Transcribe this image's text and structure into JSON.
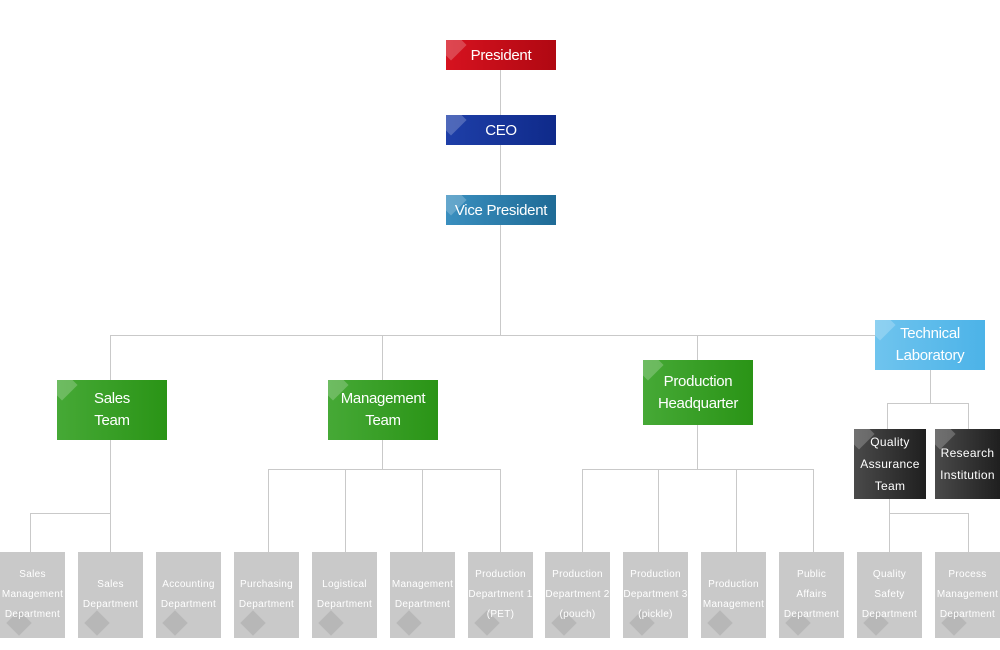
{
  "chart_data": {
    "type": "org-chart",
    "nodes": {
      "president": "President",
      "ceo": "CEO",
      "vice_president": "Vice President",
      "sales_team": "Sales\nTeam",
      "management_team": "Management\nTeam",
      "production_hq": "Production\nHeadquarter",
      "technical_lab": "Technical\nLaboratory",
      "qa_team": "Quality\nAssurance\nTeam",
      "research_institution": "Research\nInstitution",
      "sales_mgmt_dept": "Sales\nManagement\nDepartment",
      "sales_dept": "Sales\nDepartment",
      "accounting_dept": "Accounting\nDepartment",
      "purchasing_dept": "Purchasing\nDepartment",
      "logistical_dept": "Logistical\nDepartment",
      "management_dept": "Management\nDepartment",
      "prod_dept_1": "Production\nDepartment 1\n(PET)",
      "prod_dept_2": "Production\nDepartment 2\n(pouch)",
      "prod_dept_3": "Production\nDepartment 3\n(pickle)",
      "prod_mgmt": "Production\nManagement",
      "public_affairs": "Public\nAffairs\nDepartment",
      "quality_safety": "Quality\nSafety\nDepartment",
      "process_mgmt": "Process\nManagement\nDepartment"
    },
    "edges": [
      [
        "president",
        "ceo"
      ],
      [
        "ceo",
        "vice_president"
      ],
      [
        "vice_president",
        "sales_team"
      ],
      [
        "vice_president",
        "management_team"
      ],
      [
        "vice_president",
        "production_hq"
      ],
      [
        "vice_president",
        "technical_lab"
      ],
      [
        "sales_team",
        "sales_mgmt_dept"
      ],
      [
        "sales_team",
        "sales_dept"
      ],
      [
        "management_team",
        "purchasing_dept"
      ],
      [
        "management_team",
        "logistical_dept"
      ],
      [
        "management_team",
        "management_dept"
      ],
      [
        "management_team",
        "prod_dept_1"
      ],
      [
        "production_hq",
        "prod_dept_2"
      ],
      [
        "production_hq",
        "prod_dept_3"
      ],
      [
        "production_hq",
        "prod_mgmt"
      ],
      [
        "production_hq",
        "public_affairs"
      ],
      [
        "technical_lab",
        "qa_team"
      ],
      [
        "technical_lab",
        "research_institution"
      ],
      [
        "qa_team",
        "quality_safety"
      ],
      [
        "qa_team",
        "process_mgmt"
      ]
    ],
    "colors": {
      "president": "#d6121f",
      "ceo": "#0f2a8a",
      "vice_president": "#1f6b96",
      "team": "#2a9416",
      "technical_lab": "#4cb3e8",
      "dark": "#333333",
      "leaf": "#c9c9c9",
      "line": "#c9c9c9"
    }
  }
}
